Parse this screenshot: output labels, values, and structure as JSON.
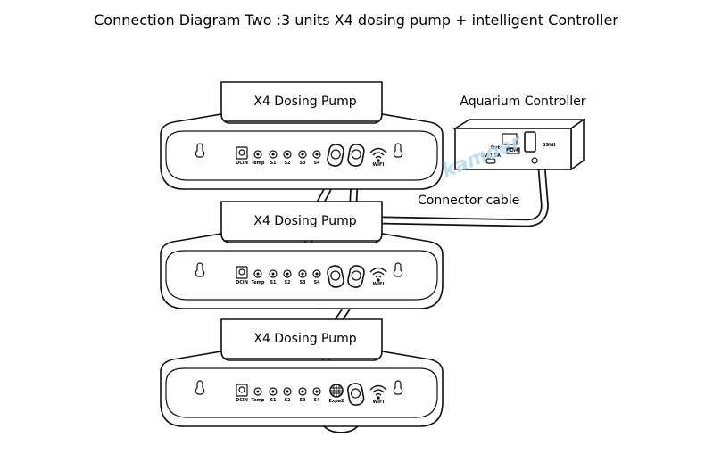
{
  "title": "Connection Diagram Two :3 units X4 dosing pump + intelligent Controller",
  "pumps": [
    {
      "label": "X4 Dosing Pump",
      "ports": [
        "DCIN",
        "Temp",
        "S1",
        "S2",
        "S3",
        "S4"
      ],
      "wifi": "WIFI",
      "expansion": ""
    },
    {
      "label": "X4 Dosing Pump",
      "ports": [
        "DCIN",
        "Temp",
        "S1",
        "S2",
        "S3",
        "S4"
      ],
      "wifi": "WIFI",
      "expansion": ""
    },
    {
      "label": "X4 Dosing Pump",
      "ports": [
        "DCIN",
        "Temp",
        "S1",
        "S2",
        "S3",
        "S4"
      ],
      "wifi": "WIFI",
      "expansion": "Expa2"
    }
  ],
  "controller": {
    "label": "Aquarium Controller",
    "ports": [
      "Out",
      "HDMI",
      "5V/2.5A",
      "BSIdl"
    ]
  },
  "cable_label": "Connector cable",
  "watermark": "kamoer",
  "colors": {
    "line": "#111111",
    "background": "#ffffff",
    "watermark": "#b8d7f2"
  }
}
